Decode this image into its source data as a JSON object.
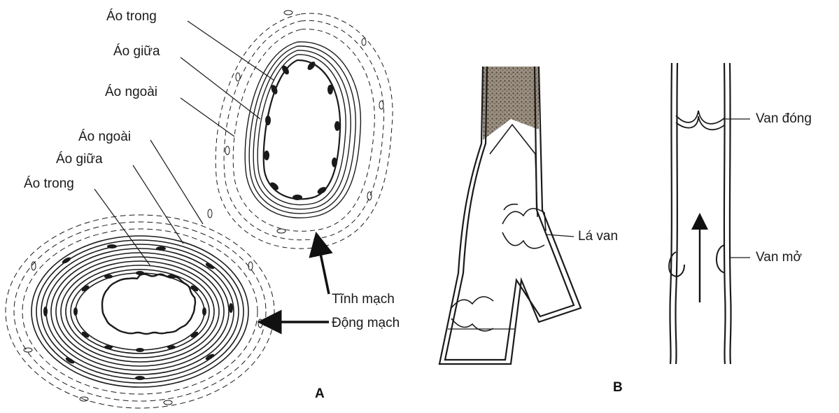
{
  "panel_a": {
    "letter": "A",
    "vein": {
      "inner_label": "Áo trong",
      "middle_label": "Áo giữa",
      "outer_label": "Áo ngoài",
      "name_label": "Tĩnh mạch"
    },
    "artery": {
      "outer_label": "Áo ngoài",
      "middle_label": "Áo giữa",
      "inner_label": "Áo trong",
      "name_label": "Động mạch"
    }
  },
  "panel_b": {
    "letter": "B",
    "leaflet_label": "Lá van",
    "valve_closed_label": "Van đóng",
    "valve_open_label": "Van mở"
  },
  "colors": {
    "ink": "#1a1a1a",
    "lumen_shade": "#8a8070"
  }
}
